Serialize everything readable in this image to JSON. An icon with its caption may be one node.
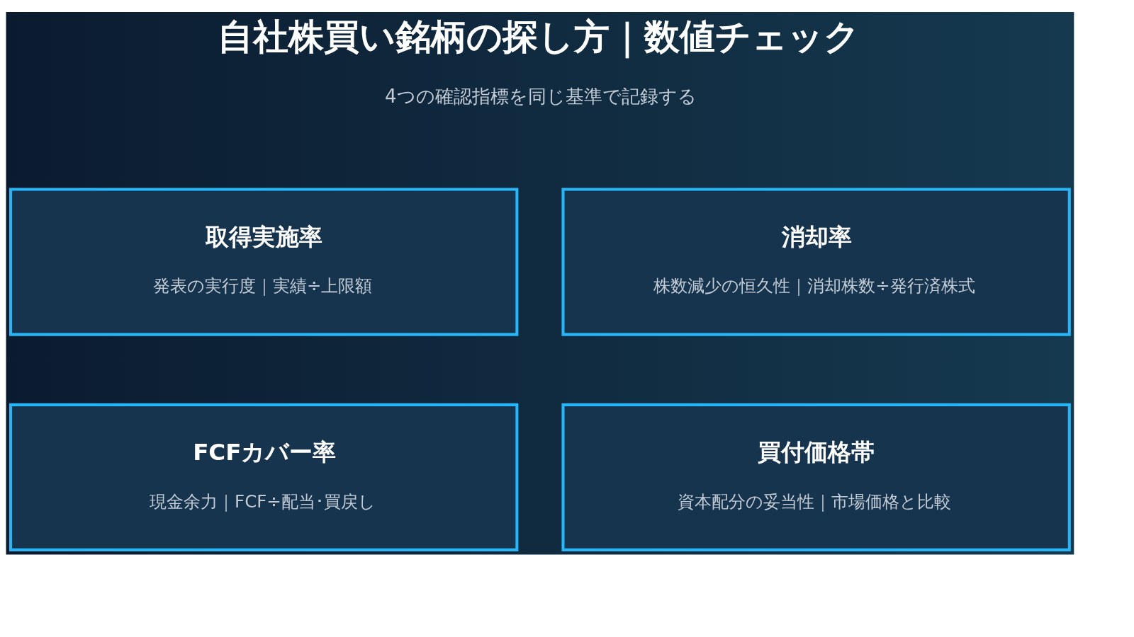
{
  "diagram": {
    "title": "自社株買い銘柄の探し方｜数値チェック",
    "nodes": [
      {
        "text": [
          "取得実施率",
          "発表の実行度｜実績÷上限額"
        ]
      },
      {
        "text": [
          "消却率",
          "株数減少の恒久性｜消却株数÷発行済株式"
        ]
      },
      {
        "text": [
          "FCFカバー率",
          "現金余力｜FCF÷配当･買戻し"
        ]
      },
      {
        "text": [
          "買付価格帯",
          "資本配分の妥当性｜市場価格と比較"
        ]
      }
    ],
    "labels": [
      "4つの確認指標を同じ基準で記録する"
    ]
  }
}
